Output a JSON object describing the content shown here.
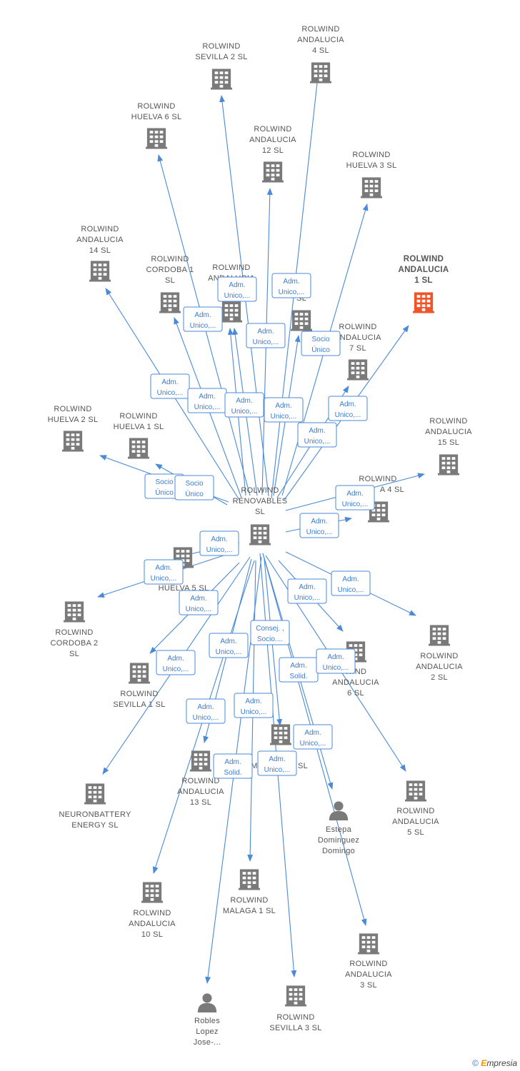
{
  "colors": {
    "edge": "#4a8ad8",
    "building": "#7a7a7a",
    "focus": "#f0552a",
    "person": "#7a7a7a",
    "relation_text": "#3a7bd5"
  },
  "footer": {
    "copyright": "©",
    "brand_first": "E",
    "brand_rest": "mpresia"
  },
  "nodes": [
    {
      "id": "ren",
      "type": "company",
      "lines": [
        "ROLWIND",
        "RENOVABLES",
        "SL"
      ]
    },
    {
      "id": "sev2",
      "type": "company",
      "lines": [
        "ROLWIND",
        "SEVILLA 2  SL"
      ]
    },
    {
      "id": "and4",
      "type": "company",
      "lines": [
        "ROLWIND",
        "ANDALUCIA",
        "4  SL"
      ]
    },
    {
      "id": "hue6",
      "type": "company",
      "lines": [
        "ROLWIND",
        "HUELVA 6  SL"
      ]
    },
    {
      "id": "and12",
      "type": "company",
      "lines": [
        "ROLWIND",
        "ANDALUCIA",
        "12  SL"
      ]
    },
    {
      "id": "hue3",
      "type": "company",
      "lines": [
        "ROLWIND",
        "HUELVA 3  SL"
      ]
    },
    {
      "id": "and1",
      "type": "company",
      "focus": true,
      "lines": [
        "ROLWIND",
        "ANDALUCIA",
        "1  SL"
      ]
    },
    {
      "id": "and14",
      "type": "company",
      "lines": [
        "ROLWIND",
        "ANDALUCIA",
        "14  SL"
      ]
    },
    {
      "id": "cor1",
      "type": "company",
      "lines": [
        "ROLWIND",
        "CORDOBA 1",
        "SL"
      ]
    },
    {
      "id": "andh",
      "type": "company",
      "lines": [
        "ROLWIND",
        "ANDALUCIA"
      ]
    },
    {
      "id": "andi",
      "type": "company",
      "lines": [
        "D",
        "CIA",
        "SL"
      ]
    },
    {
      "id": "and7",
      "type": "company",
      "lines": [
        "ROLWIND",
        "ANDALUCIA",
        "7  SL"
      ]
    },
    {
      "id": "hue2",
      "type": "company",
      "lines": [
        "ROLWIND",
        "HUELVA 2  SL"
      ]
    },
    {
      "id": "hue1",
      "type": "company",
      "lines": [
        "ROLWIND",
        "HUELVA 1  SL"
      ]
    },
    {
      "id": "and15",
      "type": "company",
      "lines": [
        "ROLWIND",
        "ANDALUCIA",
        "15  SL"
      ]
    },
    {
      "id": "hue4",
      "type": "company",
      "lines": [
        "ROLWIND",
        "A 4  SL"
      ]
    },
    {
      "id": "hue5",
      "type": "company",
      "lines": [
        "WIND",
        "HUELVA 5  SL"
      ]
    },
    {
      "id": "cor2",
      "type": "company",
      "lines": [
        "ROLWIND",
        "CORDOBA 2",
        "SL"
      ]
    },
    {
      "id": "and2",
      "type": "company",
      "lines": [
        "ROLWIND",
        "ANDALUCIA",
        "2  SL"
      ]
    },
    {
      "id": "sev1",
      "type": "company",
      "lines": [
        "ROLWIND",
        "SEVILLA 1  SL"
      ]
    },
    {
      "id": "and6",
      "type": "company",
      "lines": [
        "WIND",
        "ANDALUCIA",
        "6  SL"
      ]
    },
    {
      "id": "neu",
      "type": "company",
      "lines": [
        "NEURONBATTERY",
        "ENERGY  SL"
      ]
    },
    {
      "id": "and13",
      "type": "company",
      "lines": [
        "ROLWIND",
        "ANDALUCIA",
        "13  SL"
      ]
    },
    {
      "id": "mal",
      "type": "company",
      "lines": [
        "M",
        "SL"
      ]
    },
    {
      "id": "and5",
      "type": "company",
      "lines": [
        "ROLWIND",
        "ANDALUCIA",
        "5  SL"
      ]
    },
    {
      "id": "estepa",
      "type": "person",
      "lines": [
        "Estepa",
        "Dominguez",
        "Domingo"
      ]
    },
    {
      "id": "and10",
      "type": "company",
      "lines": [
        "ROLWIND",
        "ANDALUCIA",
        "10  SL"
      ]
    },
    {
      "id": "mal1",
      "type": "company",
      "lines": [
        "ROLWIND",
        "MALAGA 1  SL"
      ]
    },
    {
      "id": "and3",
      "type": "company",
      "lines": [
        "ROLWIND",
        "ANDALUCIA",
        "3  SL"
      ]
    },
    {
      "id": "robles",
      "type": "person",
      "lines": [
        "Robles",
        "Lopez",
        "Jose-..."
      ]
    },
    {
      "id": "sev3",
      "type": "company",
      "lines": [
        "ROLWIND",
        "SEVILLA 3  SL"
      ]
    }
  ],
  "relations": [
    {
      "lines": [
        "Adm.",
        "Unico,..."
      ]
    },
    {
      "lines": [
        "Adm.",
        "Unico,..."
      ]
    },
    {
      "lines": [
        "Adm.",
        "Unico,..."
      ]
    },
    {
      "lines": [
        "Adm.",
        "Unico,..."
      ]
    },
    {
      "lines": [
        "Socio",
        "Único"
      ]
    },
    {
      "lines": [
        "Adm.",
        "Unico,..."
      ]
    },
    {
      "lines": [
        "Adm.",
        "Unico,..."
      ]
    },
    {
      "lines": [
        "Adm.",
        "Unico,..."
      ]
    },
    {
      "lines": [
        "Adm.",
        "Unico,..."
      ]
    },
    {
      "lines": [
        "Adm.",
        "Unico,..."
      ]
    },
    {
      "lines": [
        "Adm.",
        "Unico,..."
      ]
    },
    {
      "lines": [
        "Socio",
        "Único"
      ]
    },
    {
      "lines": [
        "Socio",
        "Único"
      ]
    },
    {
      "lines": [
        "Adm.",
        "Unico,..."
      ]
    },
    {
      "lines": [
        "Adm.",
        "Unico,..."
      ]
    },
    {
      "lines": [
        "Adm.",
        "Unico,..."
      ]
    },
    {
      "lines": [
        "Adm.",
        "Unico,..."
      ]
    },
    {
      "lines": [
        "Adm.",
        "Unico,..."
      ]
    },
    {
      "lines": [
        "Adm.",
        "Unico,..."
      ]
    },
    {
      "lines": [
        "Adm.",
        "Unico,..."
      ]
    },
    {
      "lines": [
        "Consej. ,",
        "Socio...."
      ]
    },
    {
      "lines": [
        "Adm.",
        "Unico,..."
      ]
    },
    {
      "lines": [
        "Adm.",
        "Solid."
      ]
    },
    {
      "lines": [
        "Adm.",
        "Unico,..."
      ]
    },
    {
      "lines": [
        "Adm.",
        "Unico,..."
      ]
    },
    {
      "lines": [
        "Adm.",
        "Unico,..."
      ]
    },
    {
      "lines": [
        "Adm.",
        "Unico,..."
      ]
    },
    {
      "lines": [
        "Adm.",
        "Unico,..."
      ]
    },
    {
      "lines": [
        "Adm.",
        "Solid."
      ]
    },
    {
      "lines": [
        "Adm.",
        "Unico,..."
      ]
    }
  ]
}
